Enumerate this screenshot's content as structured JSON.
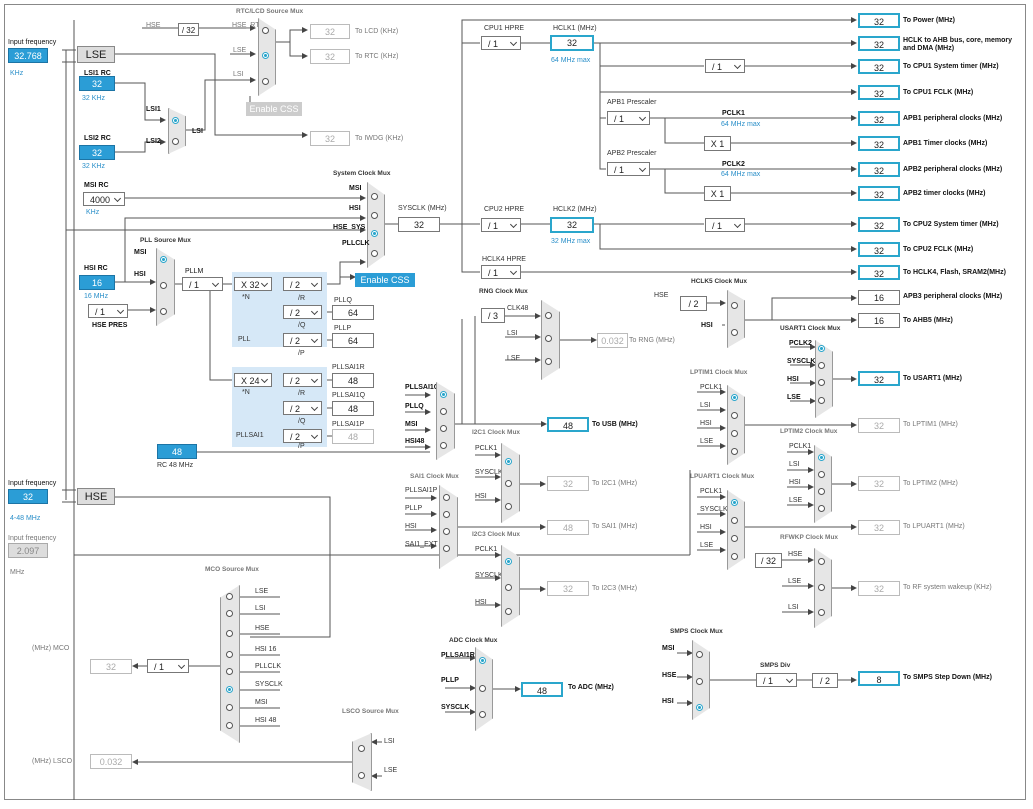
{
  "inputs": {
    "lse_label": "Input frequency",
    "lse_value": "32.768",
    "lse_unit": "KHz",
    "lse_block": "LSE",
    "hse_label": "Input frequency",
    "hse_value": "32",
    "hse_range": "4-48 MHz",
    "hse_block": "HSE",
    "third_label": "Input frequency",
    "third_value": "2.097",
    "third_unit": "MHz"
  },
  "lsi1": {
    "title": "LSI1 RC",
    "value": "32",
    "unit": "32 KHz"
  },
  "lsi2": {
    "title": "LSI2 RC",
    "value": "32",
    "unit": "32 KHz"
  },
  "msi": {
    "title": "MSI RC",
    "value": "4000",
    "unit": "KHz"
  },
  "hsi": {
    "title": "HSI RC",
    "value": "16",
    "unit": "16 MHz"
  },
  "rc48": {
    "value": "48",
    "unit": "RC 48 MHz"
  },
  "rtc": {
    "hse_div_label": "HSE",
    "hse_div": "/ 32",
    "hse_rtc": "HSE_RTC",
    "mux_title": "RTC/LCD Source Mux",
    "lse": "LSE",
    "lsi": "LSI",
    "lcd_value": "32",
    "lcd_label": "To LCD (KHz)",
    "rtc_value": "32",
    "rtc_label": "To RTC (KHz)",
    "enable_css": "Enable CSS",
    "iwdg_value": "32",
    "iwdg_label": "To IWDG (KHz)"
  },
  "lsi_mux": {
    "lsi1": "LSI1",
    "lsi2": "LSI2",
    "lsi": "LSI"
  },
  "sysclk": {
    "mux_title": "System Clock Mux",
    "msi": "MSI",
    "hsi": "HSI",
    "hse_sys": "HSE_SYS",
    "pllclk": "PLLCLK",
    "label": "SYSCLK (MHz)",
    "value": "32",
    "enable_css": "Enable CSS"
  },
  "pll": {
    "mux_title": "PLL Source Mux",
    "msi": "MSI",
    "hsi": "HSI",
    "pllm_label": "PLLM",
    "pllm": "/ 1",
    "hse_pres_div": "/ 1",
    "hse_pres": "HSE PRES",
    "n": "X 32",
    "n_label": "*N",
    "r": "/ 2",
    "r_label": "/R",
    "q": "/ 2",
    "q_label": "/Q",
    "p": "/ 2",
    "p_label": "/P",
    "pll": "PLL",
    "pllq_label": "PLLQ",
    "pllq": "64",
    "pllp_label": "PLLP",
    "pllp": "64"
  },
  "pllsai": {
    "n": "X 24",
    "n_label": "*N",
    "r": "/ 2",
    "r_label": "/R",
    "q": "/ 2",
    "q_label": "/Q",
    "p": "/ 2",
    "p_label": "/P",
    "name": "PLLSAI1",
    "r_out_label": "PLLSAI1R",
    "r_out": "48",
    "q_out_label": "PLLSAI1Q",
    "q_out": "48",
    "p_out_label": "PLLSAI1P",
    "p_out": "48"
  },
  "cpu1": {
    "hpre_label": "CPU1 HPRE",
    "hpre": "/ 1",
    "hclk1_label": "HCLK1 (MHz)",
    "hclk1": "32",
    "max": "64 MHz max"
  },
  "outputs_top": [
    {
      "value": "32",
      "label": "To Power (MHz)"
    },
    {
      "value": "32",
      "label": "HCLK to AHB bus, core, memory and DMA (MHz)"
    },
    {
      "value": "32",
      "label": "To CPU1 System timer (MHz)"
    },
    {
      "value": "32",
      "label": "To CPU1 FCLK (MHz)"
    },
    {
      "value": "32",
      "label": "APB1 peripheral clocks (MHz)"
    },
    {
      "value": "32",
      "label": "APB1 Timer clocks (MHz)"
    },
    {
      "value": "32",
      "label": "APB2 peripheral clocks (MHz)"
    },
    {
      "value": "32",
      "label": "APB2 timer clocks (MHz)"
    },
    {
      "value": "32",
      "label": "To CPU2 System timer (MHz)"
    },
    {
      "value": "32",
      "label": "To CPU2 FCLK (MHz)"
    },
    {
      "value": "32",
      "label": "To HCLK4, Flash, SRAM2(MHz)"
    }
  ],
  "systimer_div": "/ 1",
  "apb1": {
    "label": "APB1 Prescaler",
    "div": "/ 1",
    "pclk": "PCLK1",
    "max": "64 MHz max",
    "x": "X 1"
  },
  "apb2": {
    "label": "APB2 Prescaler",
    "div": "/ 1",
    "pclk": "PCLK2",
    "max": "64 MHz max",
    "x": "X 1"
  },
  "cpu2": {
    "hpre_label": "CPU2 HPRE",
    "hpre": "/ 1",
    "hclk2_label": "HCLK2 (MHz)",
    "hclk2": "32",
    "max": "32 MHz max",
    "systimer_div": "/ 1"
  },
  "hclk4": {
    "label": "HCLK4 HPRE",
    "div": "/ 1"
  },
  "hclk5": {
    "mux_title": "HCLK5 Clock Mux",
    "hse": "HSE",
    "div": "/ 2",
    "hsi": "HSI",
    "apb3_value": "16",
    "apb3_label": "APB3 peripheral clocks (MHz)",
    "ahb5_value": "16",
    "ahb5_label": "To AHB5 (MHz)"
  },
  "rng": {
    "mux_title": "RNG Clock Mux",
    "clk48": "CLK48",
    "lsi": "LSI",
    "lse": "LSE",
    "div": "/ 3",
    "value": "0.032",
    "label": "To RNG (MHz)"
  },
  "usb": {
    "plsai1q": "PLLSAI1Q",
    "pllq": "PLLQ",
    "msi": "MSI",
    "hsi48": "HSI48",
    "value": "48",
    "label": "To USB (MHz)"
  },
  "usart1": {
    "mux_title": "USART1 Clock Mux",
    "pclk": "PCLK2",
    "sysclk": "SYSCLK",
    "hsi": "HSI",
    "lse": "LSE",
    "value": "32",
    "label": "To USART1 (MHz)"
  },
  "lptim1": {
    "mux_title": "LPTIM1 Clock Mux",
    "pclk": "PCLK1",
    "lsi": "LSI",
    "hsi": "HSI",
    "lse": "LSE",
    "value": "32",
    "label": "To LPTIM1 (MHz)"
  },
  "lptim2": {
    "mux_title": "LPTIM2 Clock Mux",
    "pclk": "PCLK1",
    "lsi": "LSI",
    "hsi": "HSI",
    "lse": "LSE",
    "value": "32",
    "label": "To LPTIM2 (MHz)"
  },
  "i2c1": {
    "mux_title": "I2C1 Clock Mux",
    "pclk": "PCLK1",
    "sysclk": "SYSCLK",
    "hsi": "HSI",
    "value": "32",
    "label": "To I2C1 (MHz)"
  },
  "sai1": {
    "mux_title": "SAI1 Clock Mux",
    "pllsai1p": "PLLSAI1P",
    "pllp": "PLLP",
    "hsi": "HSI",
    "ext": "SAI1_EXT",
    "value": "48",
    "label": "To SAI1 (MHz)"
  },
  "lpuart1": {
    "mux_title": "LPUART1 Clock Mux",
    "pclk": "PCLK1",
    "sysclk": "SYSCLK",
    "hsi": "HSI",
    "lse": "LSE",
    "value": "32",
    "label": "To LPUART1 (MHz)"
  },
  "i2c3": {
    "mux_title": "I2C3 Clock Mux",
    "pclk": "PCLK1",
    "sysclk": "SYSCLK",
    "hsi": "HSI",
    "value": "32",
    "label": "To I2C3 (MHz)"
  },
  "rfwkp": {
    "mux_title": "RFWKP Clock Mux",
    "hse": "HSE",
    "div": "/ 32",
    "lse": "LSE",
    "lsi": "LSI",
    "value": "32",
    "label": "To RF system wakeup (KHz)"
  },
  "mco": {
    "mux_title": "MCO Source Mux",
    "items": [
      "LSE",
      "LSI",
      "HSE",
      "HSI 16",
      "PLLCLK",
      "SYSCLK",
      "MSI",
      "HSI 48"
    ],
    "out_label": "(MHz) MCO",
    "value": "32",
    "div": "/ 1"
  },
  "adc": {
    "mux_title": "ADC Clock Mux",
    "pllsai1r": "PLLSAI1R",
    "pllp": "PLLP",
    "sysclk": "SYSCLK",
    "value": "48",
    "label": "To ADC (MHz)"
  },
  "smps": {
    "mux_title": "SMPS Clock Mux",
    "msi": "MSI",
    "hse": "HSE",
    "hsi": "HSI",
    "div_title": "SMPS Div",
    "div": "/ 1",
    "div2": "/ 2",
    "value": "8",
    "label": "To SMPS Step Down (MHz)"
  },
  "lsco": {
    "mux_title": "LSCO Source Mux",
    "lsi": "LSI",
    "lse": "LSE",
    "out_label": "(MHz) LSCO",
    "value": "0.032"
  }
}
